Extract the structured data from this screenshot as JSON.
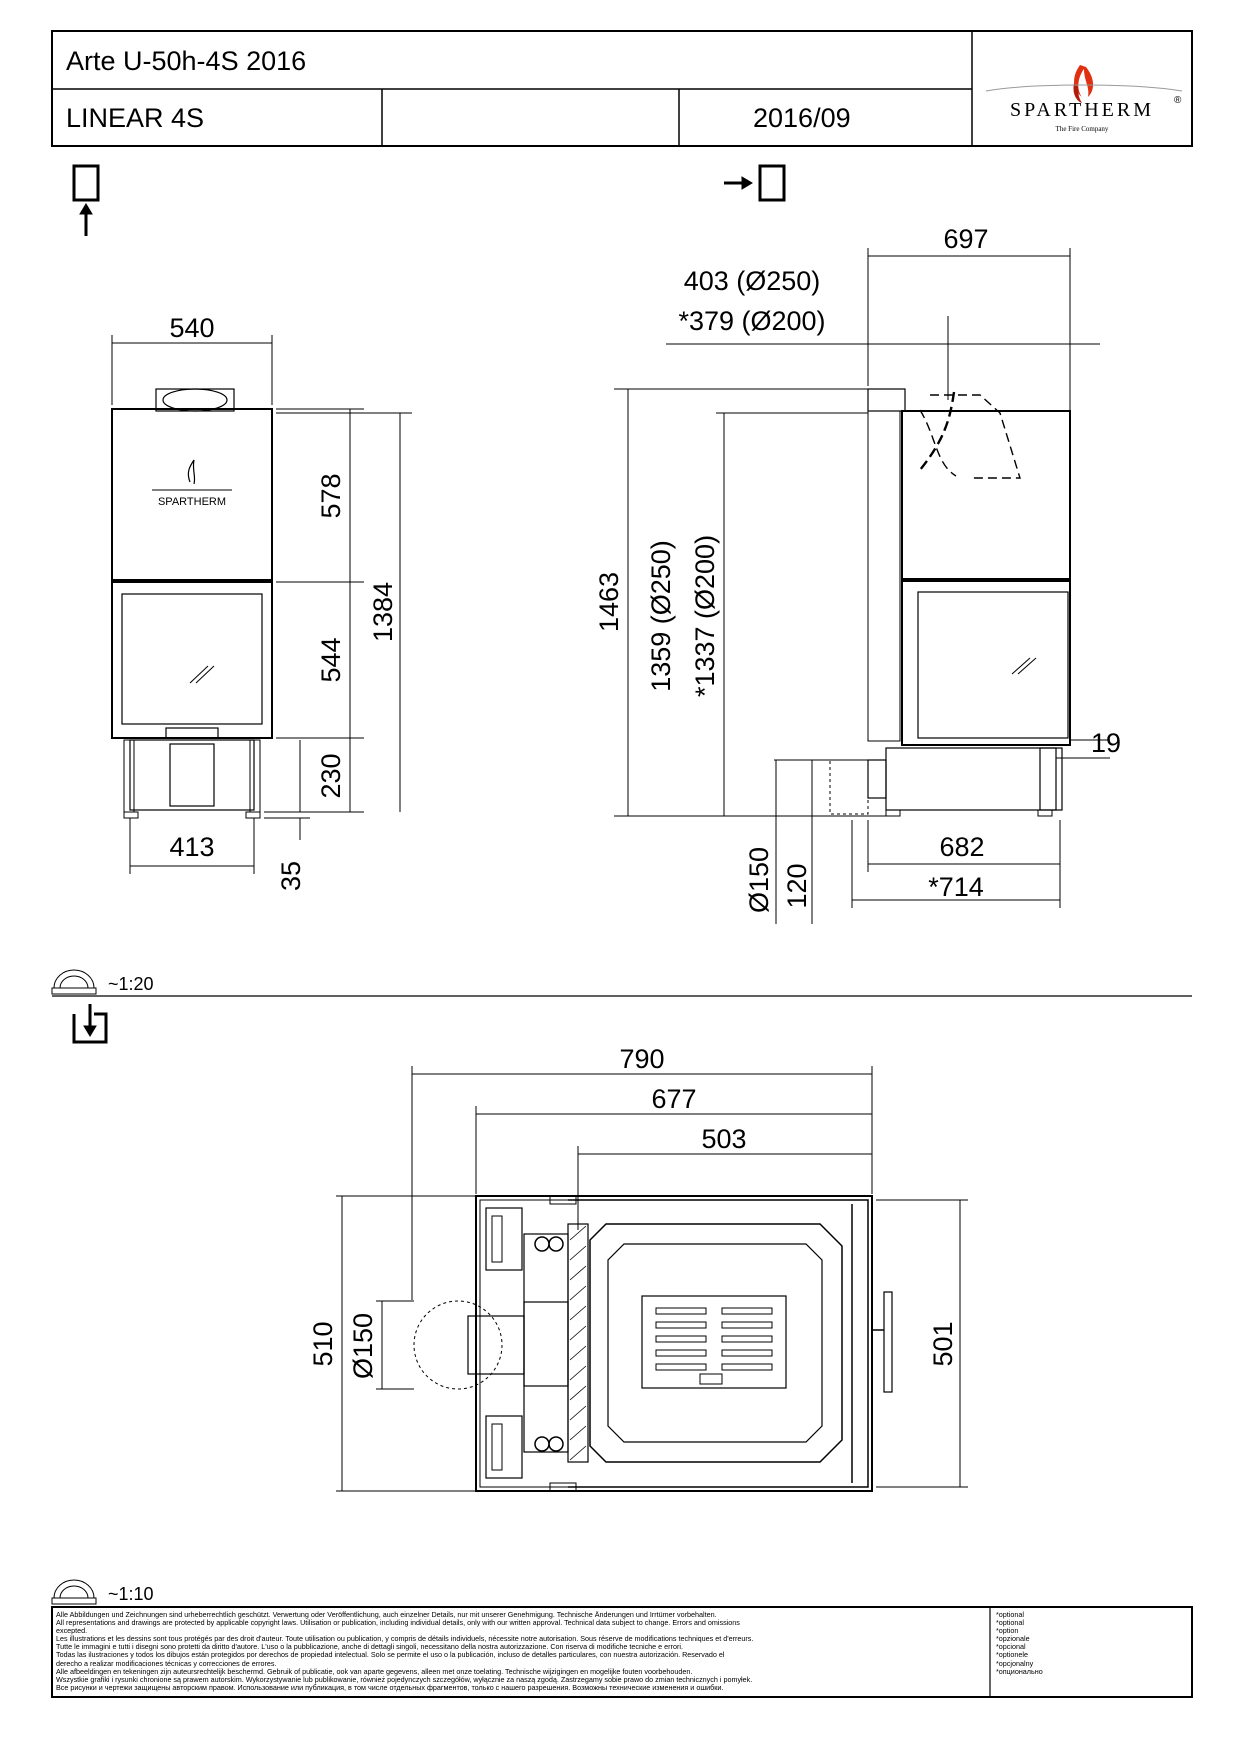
{
  "title_block": {
    "model": "Arte U-50h-4S 2016",
    "series": "LINEAR 4S",
    "date": "2016/09",
    "brand": "SPARTHERM",
    "brand_tagline": "The Fire Company",
    "registered": "®"
  },
  "front_view": {
    "stove_logo": "SPARTHERM",
    "dims": {
      "width_top": "540",
      "upper_height": "578",
      "door_height": "544",
      "total_height": "1384",
      "base_height": "230",
      "base_width": "413",
      "foot": "35"
    }
  },
  "side_view": {
    "dims": {
      "depth_top": "697",
      "flue_offset_1": "403 (Ø250)",
      "flue_offset_2": "*379 (Ø200)",
      "total_height": "1463",
      "flue_height_1": "1359 (Ø250)",
      "flue_height_2": "*1337 (Ø200)",
      "door_step": "19",
      "air_diameter": "Ø150",
      "air_height": "120",
      "depth_bottom_1": "682",
      "depth_bottom_2": "*714"
    }
  },
  "plan_view": {
    "dims": {
      "width_total": "790",
      "width_body": "677",
      "width_firebox": "503",
      "depth_total": "510",
      "air_diameter": "Ø150",
      "depth_right": "501"
    }
  },
  "scales": {
    "upper": "~1:20",
    "lower": "~1:10"
  },
  "legal": [
    "Alle Abbildungen und Zeichnungen sind urheberrechtlich geschützt. Verwertung oder Veröffentlichung, auch einzelner Details, nur mit unserer Genehmigung. Technische Änderungen und Irrtümer vorbehalten.",
    "All representations and drawings are protected by applicable copyright laws. Utilisation or publication, including individual details, only with our written approval. Technical data subject to change. Errors and omissions",
    "excepted.",
    "Les illustrations et les dessins sont tous protégés par des droit d'auteur. Toute utilisation ou publication, y compris de détails individuels, nécessite notre autorisation. Sous réserve de modifications techniques et d'erreurs.",
    "Tutte le immagini e tutti i disegni sono protetti da diritto d'autore. L'uso o la pubblicazione, anche di dettagli singoli, necessitano della nostra autorizzazione. Con riserva di modifiche tecniche e errori.",
    "Todas las ilustraciones y todos los dibujos están protegidos por derechos de propiedad intelectual. Solo se permite el uso o la publicación, incluso de detalles particulares, con nuestra autorización. Reservado el",
    "derecho a realizar modificaciones técnicas y correcciones de errores.",
    "Alle afbeeldingen en tekeningen zijn auteursrechtelijk beschermd. Gebruik of publicatie, ook van aparte gegevens, alleen met onze toelating. Technische wijzigingen en mogelijke fouten voorbehouden.",
    "Wszystkie grafiki i rysunki chronione są prawem autorskim. Wykorzystywanie lub publikowanie, również pojedynczych szczegółów, wyłącznie za naszą zgodą. Zastrzegamy sobie prawo do zmian technicznych i pomyłek.",
    "Все рисунки и чертежи защищены авторским правом. Использование или публикация, в том числе отдельных фрагментов, только с нашего разрешения. Возможны технические изменения и ошибки."
  ],
  "optional": [
    "*optional",
    "*optional",
    "*option",
    "*opzionale",
    "*opcional",
    "*optionele",
    "*opcjonalny",
    "*опционально"
  ]
}
